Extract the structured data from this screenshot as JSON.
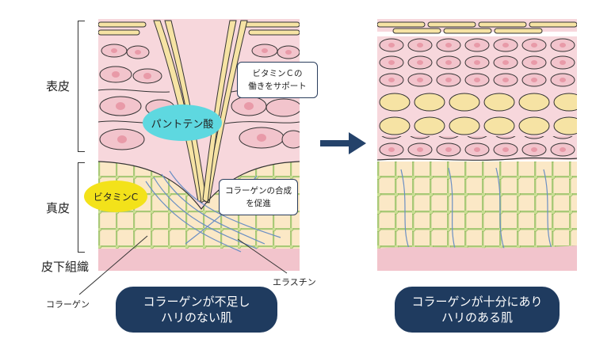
{
  "layers": {
    "epidermis": "表皮",
    "dermis": "真皮",
    "subcutaneous": "皮下組織"
  },
  "left_panel": {
    "bubble_panthenic": "パントテン酸",
    "bubble_vitaminc": "ビタミンC",
    "callout_support": "ビタミンＣの\n働きをサポート",
    "callout_collagen": "コラーゲンの合成\nを促進",
    "label_elastin": "エラスチン",
    "label_collagen": "コラーゲン",
    "caption": "コラーゲンが不足し\nハリのない肌"
  },
  "right_panel": {
    "caption": "コラーゲンが十分にあり\nハリのある肌"
  },
  "colors": {
    "cell_yellow": "#f6e3a4",
    "cell_pink": "#f2c4cc",
    "skin_pink": "#f7d7dc",
    "dermis_bg": "#fbe8c6",
    "collagen_green": "#a9c977",
    "elastin_blue": "#6b8fc4",
    "caption_navy": "#1f3b5f",
    "bubble_cyan": "#5ed8e0",
    "bubble_yellow": "#f3e21a",
    "arrow": "#24426a"
  },
  "icons": {
    "arrow": "right-arrow-icon"
  }
}
